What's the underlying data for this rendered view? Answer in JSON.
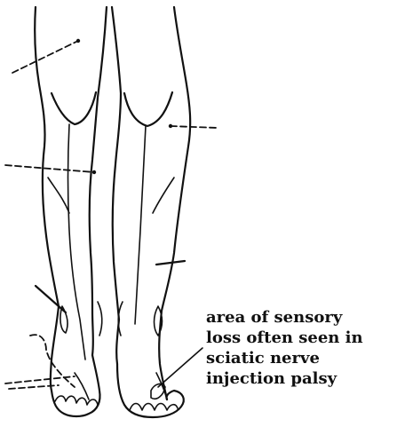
{
  "annotation": {
    "lines": [
      "area of sensory",
      "loss often seen in",
      "sciatic nerve",
      "injection palsy"
    ]
  },
  "colors": {
    "ink": "#111111",
    "background": "#ffffff"
  }
}
